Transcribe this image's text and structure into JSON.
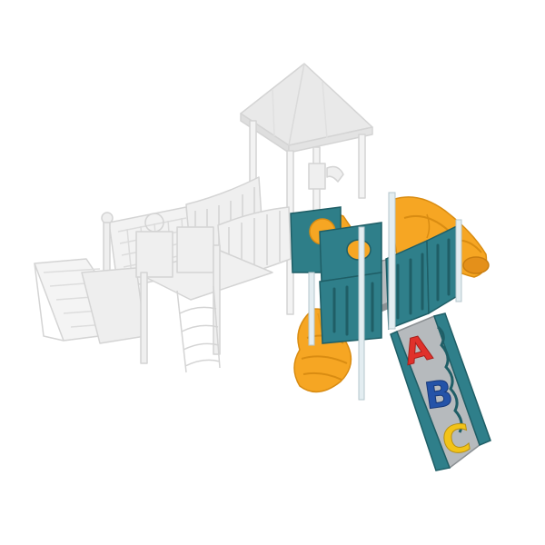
{
  "image": {
    "subject": "playground-structure-render",
    "colors": {
      "background": "#ffffff",
      "ghost_fill": "#eeeeee",
      "ghost_stroke": "#d6d6d6",
      "teal": "#2f7f8a",
      "teal_dark": "#1f5e66",
      "orange": "#f7a823",
      "orange_dark": "#dd8a12",
      "deck_gray": "#b9bdc0",
      "post": "#dfe9ee",
      "letter_a": "#e0312b",
      "letter_b": "#2453a8",
      "letter_c": "#f2c318"
    }
  },
  "slide_panel": {
    "letters": [
      "A",
      "B",
      "C"
    ]
  }
}
